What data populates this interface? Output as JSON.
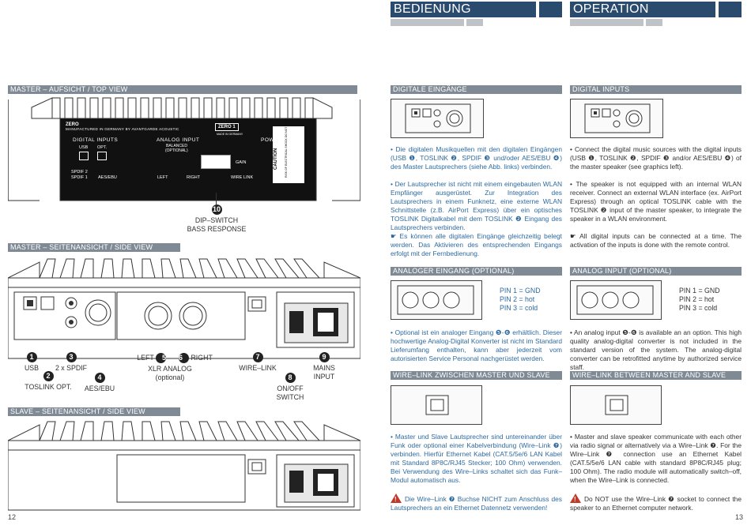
{
  "header": {
    "left_title": "BEDIENUNG",
    "right_title": "OPERATION"
  },
  "left": {
    "master_top_label": "MASTER – AUFSICHT / TOP VIEW",
    "master_side_label": "MASTER – SEITENANSICHT / SIDE VIEW",
    "slave_side_label": "SLAVE – SEITENANSICHT / SIDE VIEW",
    "panel": {
      "brand": "ZERO",
      "manufactured": "MANUFACTURED IN GERMANY BY AVANTGARDE ACOUSTIC",
      "digital_inputs": "DIGITAL INPUTS",
      "usb": "USB",
      "opt": "OPT.",
      "spdif2": "SPDIF 2",
      "spdif1": "SPDIF 1",
      "aes": "AES/EBU",
      "analog_input": "ANALOG INPUT",
      "balanced": "BALANCED",
      "optional": "(OPTIONAL)",
      "left": "LEFT",
      "right": "RIGHT",
      "gain": "GAIN",
      "wire_link": "WIRE LINK",
      "power": "POWER",
      "zero_badge": "ZERO",
      "zero_badge_num": "1",
      "made_in": "MADE IN GERMANY",
      "caution": "CAUTION",
      "caution_sub": "RISK OF ELECTRICAL SHOCK DO NOT OPEN"
    },
    "callouts": {
      "c10_num": "10",
      "c10_text1": "DIP–SWITCH",
      "c10_text2": "BASS RESPONSE",
      "c1_num": "1",
      "c1_text": "USB",
      "c2_num": "2",
      "c2_text": "TOSLINK OPT.",
      "c3_num": "3",
      "c3_text": "2 x SPDIF",
      "c4_num": "4",
      "c4_text": "AES/EBU",
      "c5_num": "5",
      "c5_text": "LEFT",
      "c6_num": "6",
      "c6_text": "RIGHT",
      "xlr_text1": "XLR ANALOG",
      "xlr_text2": "(optional)",
      "c7_num": "7",
      "c7_text": "WIRE–LINK",
      "c8_num": "8",
      "c8_text1": "ON/OFF",
      "c8_text2": "SWITCH",
      "c9_num": "9",
      "c9_text1": "MAINS",
      "c9_text2": "INPUT"
    },
    "page_number": "12"
  },
  "de": {
    "digital_label": "DIGITALE EINGÄNGE",
    "digital_p1": "• Die digitalen Musikquellen mit den digitalen Eingängen (USB ❶, TOSLINK ❷, SPDIF ❸ und/oder AES/EBU ❹) des Master Lautsprechers (siehe Abb. links) verbinden.",
    "digital_p2": "• Der Lautsprecher ist nicht mit einem eingebauten WLAN Empfänger ausgerüstet. Zur Integration des Lautsprechers in einem Funknetz, eine externe WLAN Schnittstelle (z.B. AirPort Express) über ein optisches TOSLINK Digitalkabel mit dem TOSLINK ❷ Eingang des Lautsprechers verbinden.",
    "digital_p3": "☛ Es können alle digitalen Eingänge gleichzeitig belegt werden. Das Aktivieren des entsprechenden Eingangs erfolgt mit der Fernbedienung.",
    "analog_label": "ANALOGER EINGANG (OPTIONAL)",
    "pin1": "PIN 1 = GND",
    "pin2": "PIN 2 = hot",
    "pin3": "PIN 3 = cold",
    "analog_p1": "• Optional ist ein analoger Eingang ❺-❻ erhältlich. Dieser hochwertige Analog-Digital Konverter ist nicht im Standard Lieferumfang enthalten, kann aber jederzeit vom autorisierten Service Personal nachgerüstet werden.",
    "wire_label": "WIRE–LINK ZWISCHEN MASTER UND SLAVE",
    "wire_p1": "• Master und Slave Lautsprecher sind untereinander über Funk oder optional einer Kabelverbindung (Wire–Link ❼) verbinden. Hierfür Ethernet Kabel (CAT.5/5e/6 LAN Kabel mit Standard 8P8C/RJ45 Stecker; 100 Ohm) verwenden. Bei Verwendung des Wire–Links schaltet sich das Funk–Modul automatisch aus.",
    "wire_warn": "Die Wire–Link ❼ Buchse NICHT zum Anschluss des Lautsprechers an ein Ethernet Datennetz verwenden!"
  },
  "en": {
    "digital_label": "DIGITAL INPUTS",
    "digital_p1": "• Connect the digital music sources with the digital inputs (USB ❶, TOSLINK ❷, SPDIF ❸ and/or AES/EBU ❹) of the master speaker (see graphics left).",
    "digital_p2": "• The speaker is not equipped with an internal WLAN receiver. Connect an external WLAN interface (ex. AirPort Express) through an optical TOSLINK cable with the TOSLINK ❷ input of the master speaker, to integrate the speaker in a WLAN environment.",
    "digital_p3": "☛ All digital inputs can be connected at a time. The activation of the inputs is done with the remote control.",
    "analog_label": "ANALOG INPUT (OPTIONAL)",
    "pin1": "PIN 1 = GND",
    "pin2": "PIN 2 = hot",
    "pin3": "PIN 3 = cold",
    "analog_p1": "• An analog input ❺-❻ is available an an option. This high quality analog-digital converter is not included in the standard version of the system. The analog-digital converter can be retrofitted anytime by authorized service staff.",
    "wire_label": "WIRE–LINK BETWEEN MASTER AND SLAVE",
    "wire_p1": "• Master and slave speaker communicate with each other via radio signal or alternatively via a Wire–Link ❼. For the Wire–Link ❼ connection use an Ethernet Kabel (CAT.5/5e/6 LAN cable with standard 8P8C/RJ45 plug; 100 Ohm). The radio module will automatically switch–off, when the Wire–Link is connected.",
    "wire_warn": "Do NOT use the Wire–Link ❼ socket to connect the speaker to an Ethernet computer network."
  },
  "right_page_number": "13",
  "colors": {
    "header_blue": "#2a4a6e",
    "section_grey": "#7f8a95",
    "text_blue": "#2d6aa0",
    "warning_red": "#c0392b"
  }
}
